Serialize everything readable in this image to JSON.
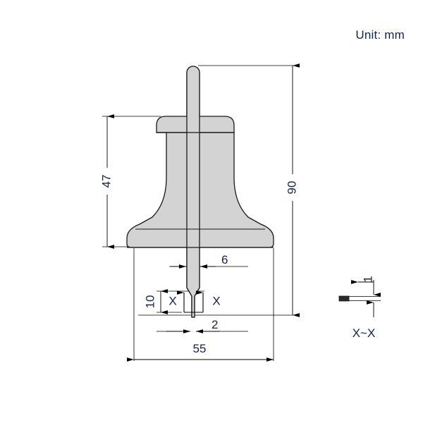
{
  "drawing": {
    "unit_note": "Unit: mm",
    "section_label": "X~X",
    "section_marker_left": "X",
    "section_marker_right": "X",
    "dimensions": {
      "height_overall": "90",
      "height_body": "47",
      "width_overall": "55",
      "stem_width": "6",
      "tip_width": "2",
      "tip_height": "10",
      "section_thickness": "1"
    },
    "colors": {
      "fill": "#d3d3d3",
      "outline": "#1a1a1a",
      "text": "#15224a",
      "background": "#ffffff"
    }
  }
}
